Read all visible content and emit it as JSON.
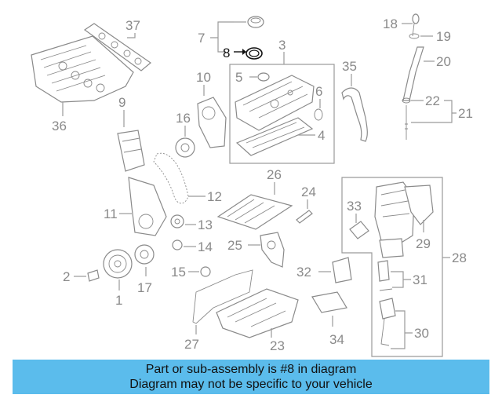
{
  "diagram": {
    "highlighted_part": "8",
    "callouts": [
      "1",
      "2",
      "3",
      "4",
      "5",
      "6",
      "7",
      "8",
      "9",
      "10",
      "11",
      "12",
      "13",
      "14",
      "15",
      "16",
      "17",
      "18",
      "19",
      "20",
      "21",
      "22",
      "23",
      "24",
      "25",
      "26",
      "27",
      "28",
      "29",
      "30",
      "31",
      "32",
      "33",
      "34",
      "35",
      "36",
      "37"
    ]
  },
  "footer": {
    "line1": "Part or sub-assembly is #8 in diagram",
    "line2": "Diagram may not be specific to your vehicle"
  },
  "colors": {
    "line_art": "#8a8a8a",
    "highlight": "#111111",
    "footer_bg": "#5bbcec"
  }
}
